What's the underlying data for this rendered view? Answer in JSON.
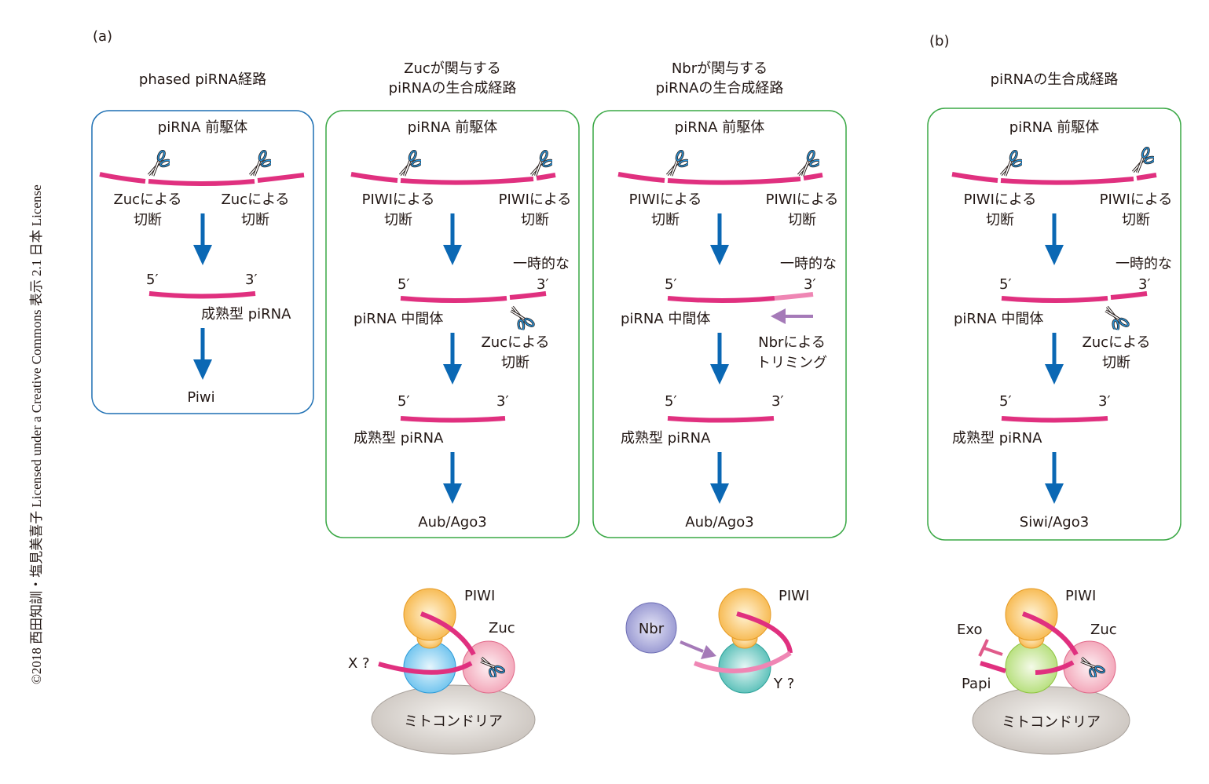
{
  "copyright": "©2018 西田知訓・塩見美喜子 Licensed under a Creative Commons 表示 2.1 日本 License",
  "panel_a": {
    "label": "(a)",
    "phased": {
      "title": "phased piRNA経路",
      "precursor": "piRNA 前駆体",
      "cut_left_1": "Zucによる",
      "cut_left_2": "切断",
      "cut_right_1": "Zucによる",
      "cut_right_2": "切断",
      "five_prime": "5′",
      "three_prime": "3′",
      "mature": "成熟型 piRNA",
      "loaded_into": "Piwi"
    },
    "zuc": {
      "title_1": "Zucが関与する",
      "title_2": "piRNAの生合成経路",
      "precursor": "piRNA 前駆体",
      "cut_left_1": "PIWIによる",
      "cut_left_2": "切断",
      "cut_right_1": "PIWIによる",
      "cut_right_2": "切断",
      "transient": "一時的な",
      "five_prime": "5′",
      "three_prime": "3′",
      "intermediate": "piRNA 中間体",
      "trim_1": "Zucによる",
      "trim_2": "切断",
      "five_prime_2": "5′",
      "three_prime_2": "3′",
      "mature": "成熟型 piRNA",
      "loaded_into": "Aub/Ago3",
      "complex": {
        "piwi": "PIWI",
        "zuc": "Zuc",
        "x": "X ?",
        "mito": "ミトコンドリア"
      }
    },
    "nbr": {
      "title_1": "Nbrが関与する",
      "title_2": "piRNAの生合成経路",
      "precursor": "piRNA 前駆体",
      "cut_left_1": "PIWIによる",
      "cut_left_2": "切断",
      "cut_right_1": "PIWIによる",
      "cut_right_2": "切断",
      "transient": "一時的な",
      "five_prime": "5′",
      "three_prime": "3′",
      "intermediate": "piRNA 中間体",
      "trim_1": "Nbrによる",
      "trim_2": "トリミング",
      "five_prime_2": "5′",
      "three_prime_2": "3′",
      "mature": "成熟型 piRNA",
      "loaded_into": "Aub/Ago3",
      "complex": {
        "piwi": "PIWI",
        "nbr": "Nbr",
        "y": "Y ?"
      }
    }
  },
  "panel_b": {
    "label": "(b)",
    "title": "piRNAの生合成経路",
    "precursor": "piRNA 前駆体",
    "cut_left_1": "PIWIによる",
    "cut_left_2": "切断",
    "cut_right_1": "PIWIによる",
    "cut_right_2": "切断",
    "transient": "一時的な",
    "five_prime": "5′",
    "three_prime": "3′",
    "intermediate": "piRNA 中間体",
    "trim_1": "Zucによる",
    "trim_2": "切断",
    "five_prime_2": "5′",
    "three_prime_2": "3′",
    "mature": "成熟型 piRNA",
    "loaded_into": "Siwi/Ago3",
    "complex": {
      "piwi": "PIWI",
      "zuc": "Zuc",
      "exo": "Exo",
      "papi": "Papi",
      "mito": "ミトコンドリア"
    }
  },
  "colors": {
    "rna": "#e0307f",
    "rna_trimmed": "#ef86b4",
    "arrow": "#0b68b4",
    "nbr_arrow": "#a57ab8",
    "box_phased": "#1d6fb3",
    "box_other": "#3aa845",
    "piwi": "#f7b84a",
    "partner_blue": "#6ec3ee",
    "partner_teal": "#5cc4bd",
    "partner_green": "#b7dc7c",
    "zuc": "#f3a9bb",
    "nbr": "#9c9cd4",
    "mito": "#cfc9c3"
  }
}
